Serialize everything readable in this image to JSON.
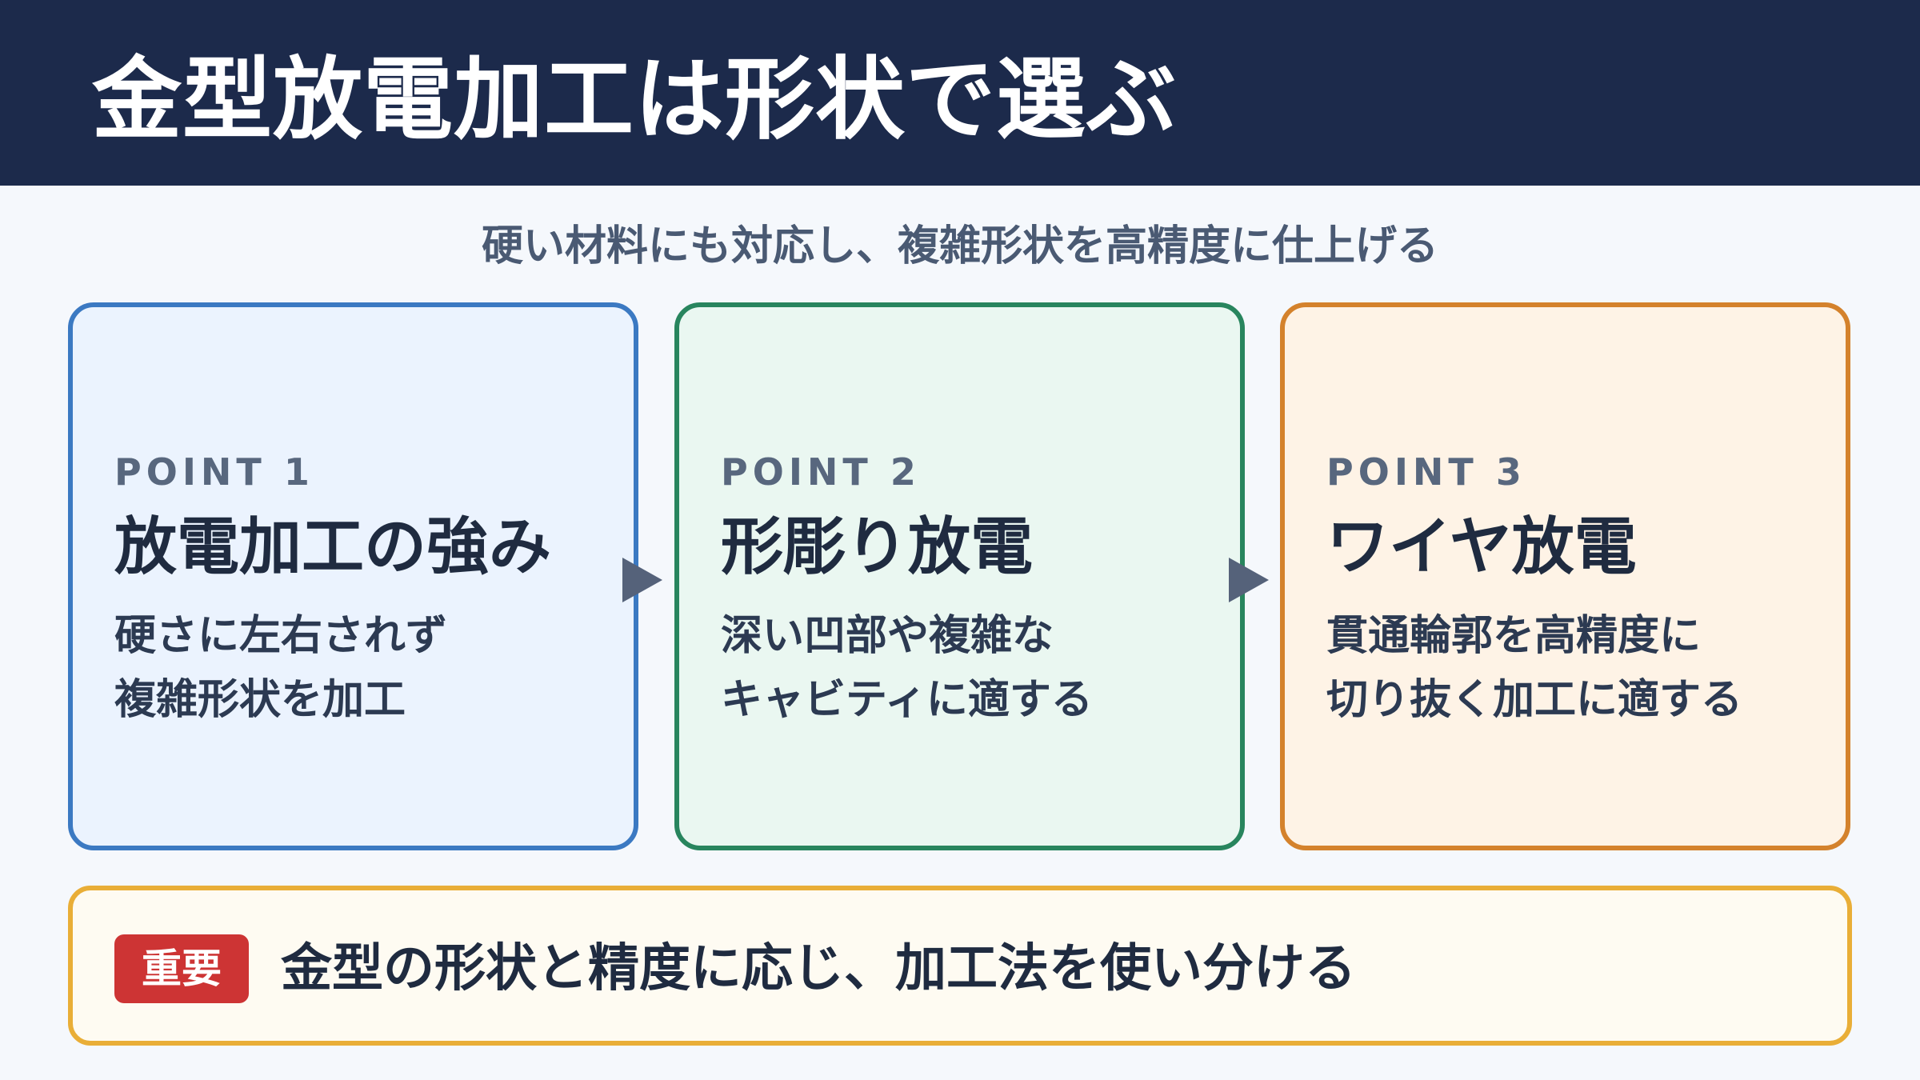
{
  "header": {
    "title": "金型放電加工は形状で選ぶ"
  },
  "subtitle": "硬い材料にも対応し、複雑形状を高精度に仕上げる",
  "cards": [
    {
      "point": "POINT 1",
      "heading": "放電加工の強み",
      "lines": [
        "硬さに左右されず",
        "複雑形状を加工"
      ],
      "accent": "#3b79c2"
    },
    {
      "point": "POINT 2",
      "heading": "形彫り放電",
      "lines": [
        "深い凹部や複雑な",
        "キャビティに適する"
      ],
      "accent": "#28855e"
    },
    {
      "point": "POINT 3",
      "heading": "ワイヤ放電",
      "lines": [
        "貫通輪郭を高精度に",
        "切り抜く加工に適する"
      ],
      "accent": "#d4822c"
    }
  ],
  "arrows": [
    "arrow-right-icon",
    "arrow-right-icon"
  ],
  "note": {
    "badge": "重要",
    "text": "金型の形状と精度に応じ、加工法を使い分ける",
    "badge_color": "#cd3434",
    "border_color": "#e9ae37"
  },
  "colors": {
    "header_bg": "#1c2a4b",
    "page_bg": "#f5f8fc"
  }
}
